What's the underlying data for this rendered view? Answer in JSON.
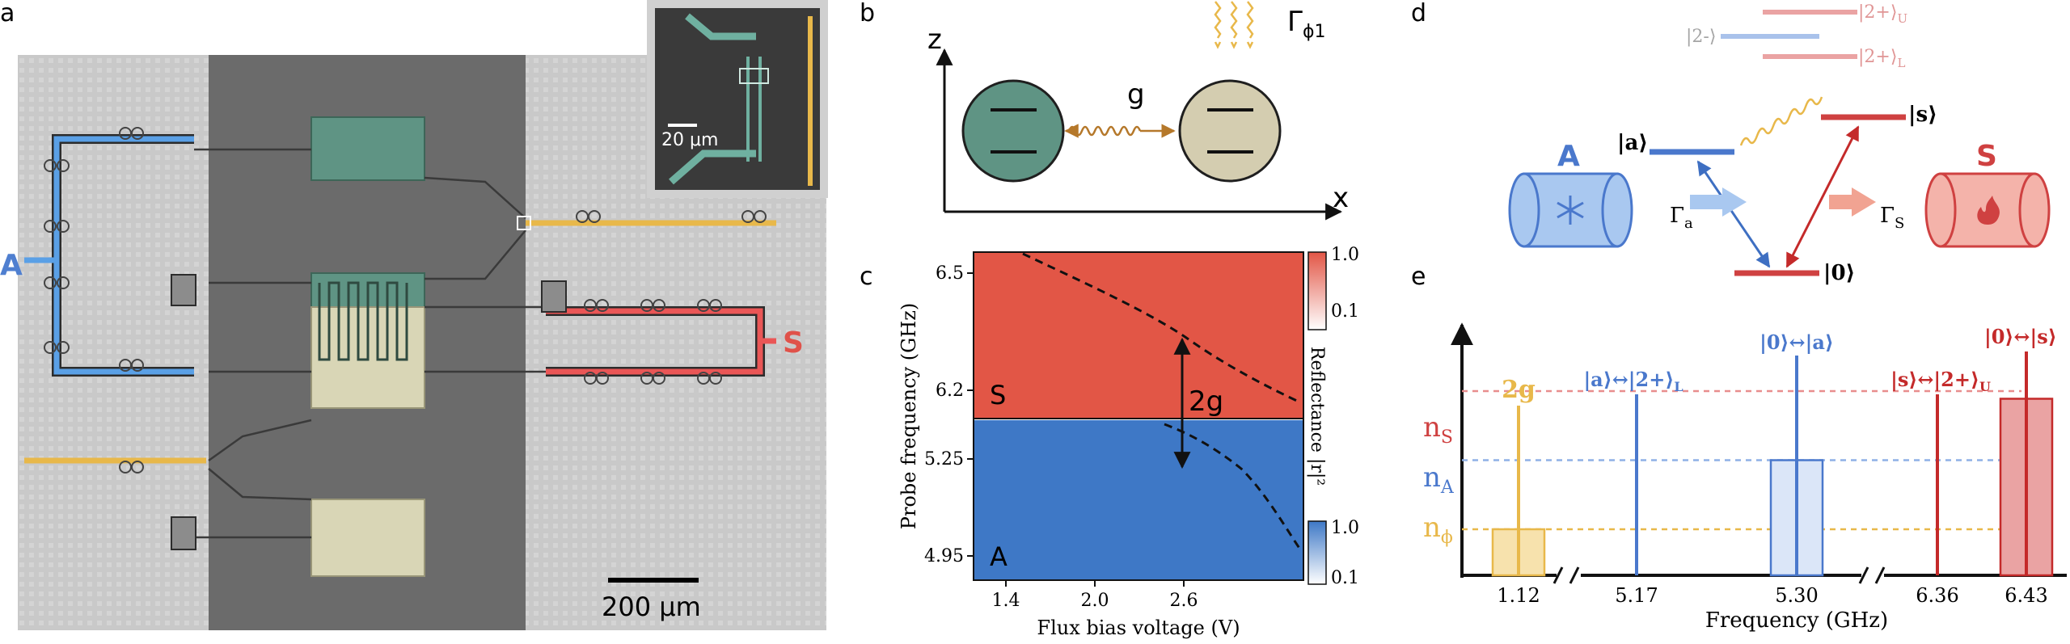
{
  "panels": {
    "a": {
      "label": "a",
      "mode_a": "A",
      "mode_s": "S",
      "inset_scale": "20 μm",
      "scale": "200 μm"
    },
    "b": {
      "label": "b",
      "axis_z": "z",
      "axis_x": "x",
      "coupling": "g",
      "dephasing": "Γ",
      "dephasing_sub": "ϕ1"
    },
    "c": {
      "label": "c",
      "ylabel": "Probe frequency (GHz)",
      "xlabel": "Flux bias voltage (V)",
      "mode_s": "S",
      "mode_a": "A",
      "splitting": "2g",
      "cbar_label": "Reflectance |r|²",
      "cbar_top": {
        "max": "1.0",
        "min": "0.1"
      },
      "cbar_bottom": {
        "max": "1.0",
        "min": "0.1"
      },
      "yticks_top": [
        "6.5",
        "6.2"
      ],
      "yticks_bottom": [
        "5.25",
        "4.95"
      ],
      "xticks": [
        "1.4",
        "2.0",
        "2.6"
      ],
      "colors": {
        "S": "#e25646",
        "A": "#3e78c6"
      }
    },
    "d": {
      "label": "d",
      "level_2minus": "|2-⟩",
      "level_2plus_U": "|2+⟩",
      "level_2plus_U_sub": "U",
      "level_2plus_L": "|2+⟩",
      "level_2plus_L_sub": "L",
      "level_a": "|a⟩",
      "level_s": "|s⟩",
      "level_0": "|0⟩",
      "gamma_a": "Γ",
      "gamma_a_sub": "a",
      "gamma_s": "Γ",
      "gamma_s_sub": "S",
      "bath_a": "A",
      "bath_s": "S",
      "bath_a_icon": "snowflake-icon",
      "bath_s_icon": "flame-icon"
    },
    "e": {
      "label": "e",
      "xlabel": "Frequency (GHz)",
      "ylabels": {
        "nS": "n",
        "nS_sub": "S",
        "nA": "n",
        "nA_sub": "A",
        "nphi": "n",
        "nphi_sub": "ϕ"
      },
      "peak_labels": {
        "g2": "2g",
        "a_2pL": "|a⟩↔|2+⟩",
        "a_2pL_sub": "L",
        "zero_a": "|0⟩↔|a⟩",
        "s_2pU": "|s⟩↔|2+⟩",
        "s_2pU_sub": "U",
        "zero_s": "|0⟩↔|s⟩"
      },
      "xticks": [
        "1.12",
        "5.17",
        "5.30",
        "6.36",
        "6.43"
      ]
    }
  },
  "chart_data": {
    "type": "bar",
    "title": "",
    "xlabel": "Frequency (GHz)",
    "ylabel": "",
    "categories": [
      "1.12",
      "5.17",
      "5.30",
      "6.36",
      "6.43"
    ],
    "series": [
      {
        "name": "",
        "values": [
          0.3,
          0.0,
          0.75,
          0.0,
          1.15
        ]
      }
    ],
    "peaks": [
      {
        "freq": 1.12,
        "label": "2g"
      },
      {
        "freq": 5.17,
        "label": "|a⟩↔|2+⟩L"
      },
      {
        "freq": 5.3,
        "label": "|0⟩↔|a⟩"
      },
      {
        "freq": 6.36,
        "label": "|s⟩↔|2+⟩U"
      },
      {
        "freq": 6.43,
        "label": "|0⟩↔|s⟩"
      }
    ],
    "levels": {
      "n_S": 1.2,
      "n_A": 0.75,
      "n_phi": 0.3
    },
    "grid": false
  }
}
